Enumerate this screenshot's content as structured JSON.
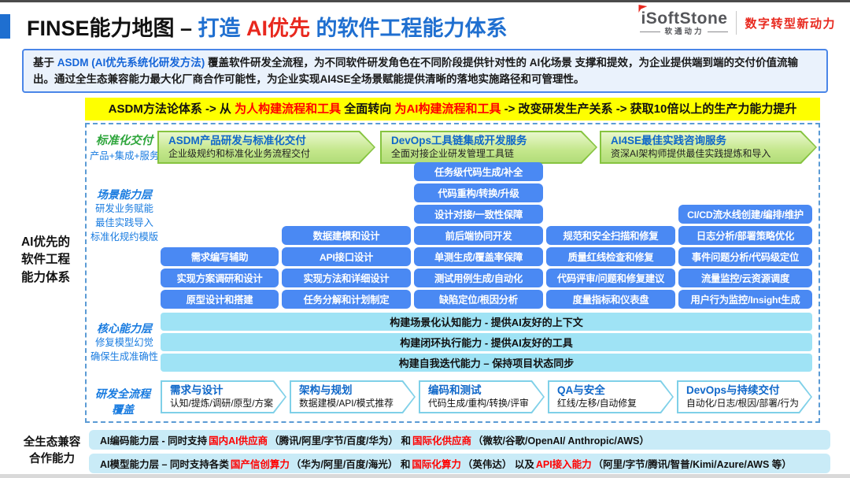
{
  "header": {
    "title": {
      "black": "FINSE能力地图 – ",
      "blue1": "打造 ",
      "red": "AI优先",
      "blue2": " 的软件工程能力体系"
    },
    "logo": {
      "brand": "iSoftStone",
      "brand_cn": "软通动力",
      "slogan": "数字转型新动力"
    }
  },
  "description": {
    "p1": "基于 ",
    "blue1": "ASDM (AI优先系统化研发方法)",
    "p2": " 覆盖软件研发全流程，为不同软件研发角色在不同阶段提供针对性的 ",
    "bold1": "AI化场景",
    "p3": " 支撑和提效，为企业提供端到端的交付价值流输出。通过全生态兼容能力最大化厂商合作可能性，为企业实现AI4SE全场景赋能提供清晰的落地实施路径和可管理性。"
  },
  "banner": {
    "p1": "ASDM方法论体系 -> 从 ",
    "red1": "为人构建流程和工具",
    "p2": " 全面转向 ",
    "red2": "为AI构建流程和工具",
    "p3": " -> 改变研发生产关系 -> 获取10倍以上的生产力能力提升"
  },
  "map": {
    "side_label": {
      "l1": "AI优先的",
      "l2": "软件工程",
      "l3": "能力体系"
    },
    "delivery": {
      "label_title": "标准化交付",
      "label_sub": "产品+集成+服务",
      "arrows": [
        {
          "title": "ASDM产品研发与标准化交付",
          "sub": "企业级规约和标准化业务流程交付"
        },
        {
          "title": "DevOps工具链集成开发服务",
          "sub": "全面对接企业研发管理工具链"
        },
        {
          "title": "AI4SE最佳实践咨询服务",
          "sub": "资深AI架构师提供最佳实践提炼和导入"
        }
      ]
    },
    "scene": {
      "label_title": "场景能力层",
      "label_l1": "研发业务赋能",
      "label_l2": "最佳实践导入",
      "label_l3": "标准化规约模版",
      "columns": [
        {
          "items": [
            "需求编写辅助",
            "实现方案调研和设计",
            "原型设计和搭建"
          ]
        },
        {
          "items": [
            "数据建模和设计",
            "API接口设计",
            "实现方法和详细设计",
            "任务分解和计划制定"
          ]
        },
        {
          "items": [
            "任务级代码生成/补全",
            "代码重构/转换/升级",
            "设计对接/一致性保障",
            "前后端协同开发",
            "单测生成/覆盖率保障",
            "测试用例生成/自动化",
            "缺陷定位/根因分析"
          ]
        },
        {
          "items": [
            "规范和安全扫描和修复",
            "质量红线检查和修复",
            "代码评审/问题和修复建议",
            "度量指标和仪表盘"
          ]
        },
        {
          "items": [
            "CI/CD流水线创建/编排/维护",
            "日志分析/部署策略优化",
            "事件问题分析/代码级定位",
            "流量监控/云资源调度",
            "用户行为监控/Insight生成"
          ]
        }
      ]
    },
    "core": {
      "label_title": "核心能力层",
      "label_l1": "修复模型幻觉",
      "label_l2": "确保生成准确性",
      "bars": [
        "构建场景化认知能力 - 提供AI友好的上下文",
        "构建闭环执行能力 - 提供AI友好的工具",
        "构建自我迭代能力 – 保持项目状态同步"
      ]
    },
    "flow": {
      "label_l1": "研发全流程",
      "label_l2": "覆盖",
      "steps": [
        {
          "title": "需求与设计",
          "sub": "认知/提炼/调研/原型/方案"
        },
        {
          "title": "架构与规划",
          "sub": "数据建模/API/模式推荐"
        },
        {
          "title": "编码和测试",
          "sub": "代码生成/重构/转换/评审"
        },
        {
          "title": "QA与安全",
          "sub": "红线/左移/自动修复"
        },
        {
          "title": "DevOps与持续交付",
          "sub": "自动化/日志/根因/部署/行为"
        }
      ]
    }
  },
  "ecosystem": {
    "label_l1": "全生态兼容",
    "label_l2": "合作能力",
    "bar1": {
      "s1": "AI编码能力层 - 同时支持 ",
      "r1": "国内AI供应商",
      "s2": " （腾讯/阿里/字节/百度/华为） 和 ",
      "r2": "国际化供应商",
      "s3": " （微软/谷歌/OpenAI/ Anthropic/AWS）"
    },
    "bar2": {
      "s1": "AI模型能力层 – 同时支持各类 ",
      "r1": "国产信创算力",
      "s2": " （华为/阿里/百度/海光） 和 ",
      "r2": "国际化算力",
      "s3": " （英伟达） 以及 ",
      "r3": "API接入能力",
      "s4": " （阿里/字节/腾讯/智普/Kimi/Azure/AWS 等）"
    }
  },
  "colors": {
    "accent_blue": "#1f6fd0",
    "highlight_red": "#e8281e",
    "box_blue": "#4a89f3",
    "core_cyan": "#9fe3f5",
    "eco_cyan": "#c9ebf7",
    "banner_yellow": "#feff00",
    "arrow_green": "#86c440",
    "label_blue": "#1a7ce0",
    "label_green": "#2fa63c"
  }
}
